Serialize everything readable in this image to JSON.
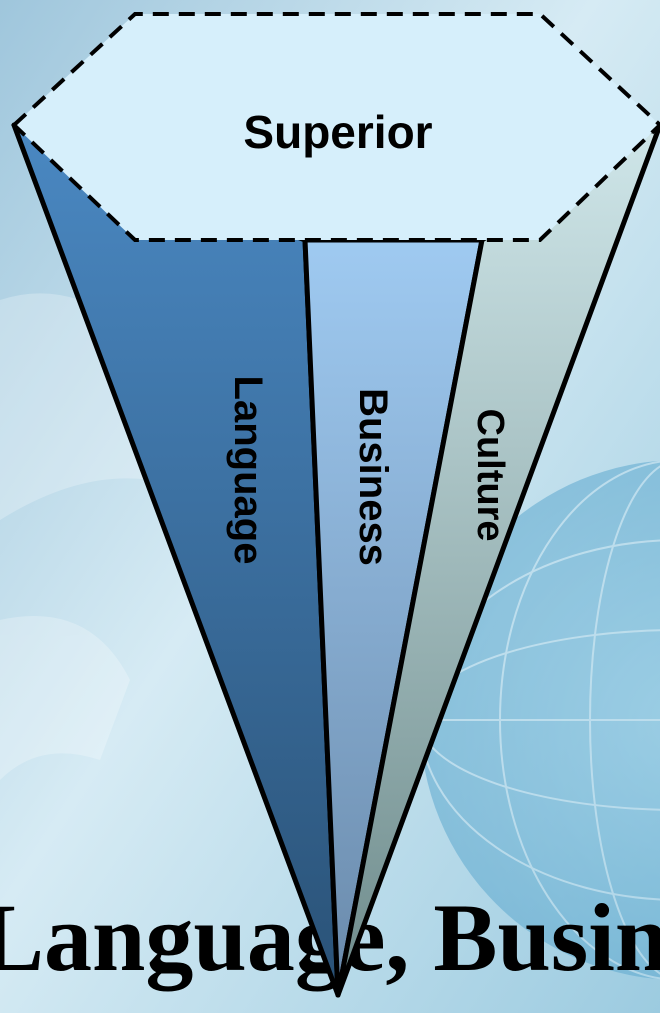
{
  "diagram": {
    "top_label": "Superior",
    "segments": [
      {
        "label": "Language",
        "color_top": "#4a88c2",
        "color_bottom": "#2a5277"
      },
      {
        "label": "Business",
        "color_top": "#9fcaf1",
        "color_bottom": "#6a8aab"
      },
      {
        "label": "Culture",
        "color_top": "#cfe6e9",
        "color_bottom": "#6f8c8c"
      }
    ],
    "top_fill": "#d6effb",
    "bottom_title": "Language, Business"
  }
}
